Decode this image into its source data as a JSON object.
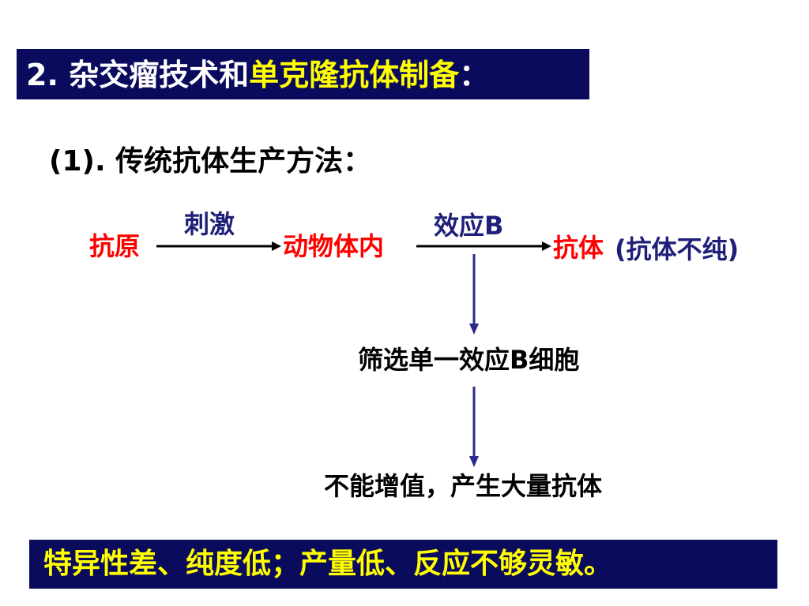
{
  "title": {
    "prefix": "2. 杂交瘤技术和",
    "highlight": "单克隆抗体制备",
    "suffix": "："
  },
  "subtitle": "(1). 传统抗体生产方法：",
  "flow": {
    "antigen": "抗原",
    "stimulate": "刺激",
    "animal_body": "动物体内",
    "effector_b": "效应B",
    "antibody": "抗体",
    "antibody_note": "(抗体不纯)",
    "screen": "筛选单一效应B细胞",
    "result": "不能增值，产生大量抗体"
  },
  "footer": "特异性差、纯度低；产量低、反应不够灵敏。",
  "colors": {
    "bar_bg": "#0b0b5e",
    "highlight": "#ffff00",
    "red": "#ff0000",
    "navy": "#1f1f7a"
  }
}
